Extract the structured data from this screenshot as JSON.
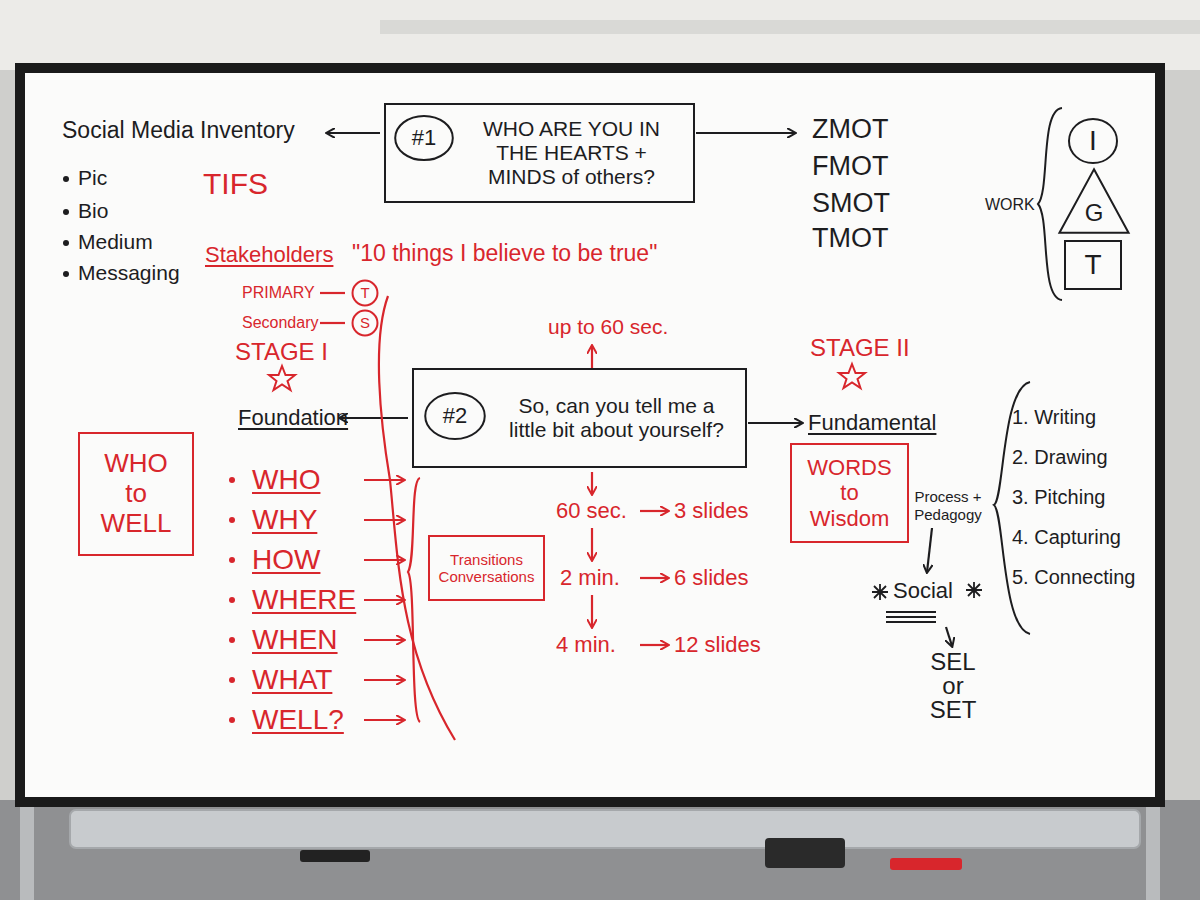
{
  "diagram": {
    "nodes": [
      {
        "text": [
          "WHO ARE YOU IN THE HEARTS + MINDS of others?"
        ]
      },
      {
        "text": [
          "#1"
        ],
        "in": 0
      },
      {
        "text": [
          "So, can you tell me a little bit about yourself?"
        ]
      },
      {
        "text": [
          "#2"
        ],
        "in": 2
      },
      {
        "text": [
          "WHO to WELL"
        ]
      },
      {
        "text": [
          "Transitions Conversations"
        ]
      },
      {
        "text": [
          "WORDS to Wisdom"
        ]
      },
      {
        "text": [
          "I"
        ]
      },
      {
        "text": [
          "G"
        ]
      },
      {
        "text": [
          "T"
        ]
      },
      {
        "text": [
          "T"
        ]
      },
      {
        "text": [
          "S"
        ]
      }
    ],
    "labels": [
      "Social Media Inventory",
      "Pic",
      "Bio",
      "Medium",
      "Messaging",
      "ZMOT",
      "FMOT",
      "SMOT",
      "TMOT",
      "WORK",
      "TIFS",
      "Stakeholders",
      "\"10 things I believe to be true\"",
      "PRIMARY",
      "Secondary",
      "STAGE I",
      "up to 60 sec.",
      "Foundation",
      "Fundamental",
      "STAGE II",
      "WHO",
      "WHY",
      "HOW",
      "WHERE",
      "WHEN",
      "WHAT",
      "WELL?",
      "60 sec.",
      "3 slides",
      "2 min.",
      "6 slides",
      "4 min.",
      "12 slides",
      "Process + Pedagogy",
      "Social",
      "SEL or SET",
      "1. Writing",
      "2. Drawing",
      "3. Pitching",
      "4. Capturing",
      "5. Connecting"
    ]
  }
}
